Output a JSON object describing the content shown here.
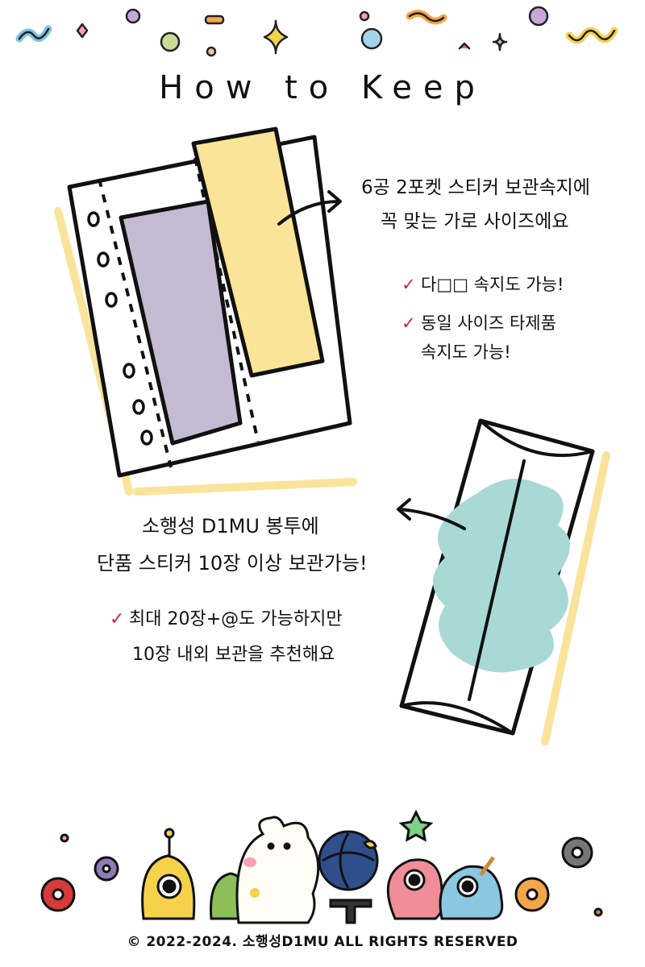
{
  "title": "How to Keep",
  "binder_note": {
    "line1": "6공 2포켓 스티커 보관속지에",
    "line2": "꼭 맞는 가로 사이즈에요",
    "check1": "다□□ 속지도 가능!",
    "check2_line1": "동일 사이즈 타제품",
    "check2_line2": "속지도 가능!"
  },
  "envelope_note": {
    "line1": "소행성 D1MU 봉투에",
    "line2": "단품 스티커 10장 이상 보관가능!",
    "check_line1": "최대 20장+@도 가능하지만",
    "check_line2": "10장 내외 보관을 추천해요"
  },
  "footer": {
    "copyright": "© 2022-2024. 소행성D1MU ALL RIGHTS RESERVED"
  },
  "colors": {
    "yellow_sticker": "#f9e497",
    "purple_sticker": "#c4bbd3",
    "mint_sticker": "#a8d9d5",
    "accent_yellow": "#fae39a",
    "check_red": "#d0243b"
  },
  "icons": [
    "confetti-decoration",
    "checkmark-icon",
    "arrow-icon",
    "planet-character-group"
  ]
}
